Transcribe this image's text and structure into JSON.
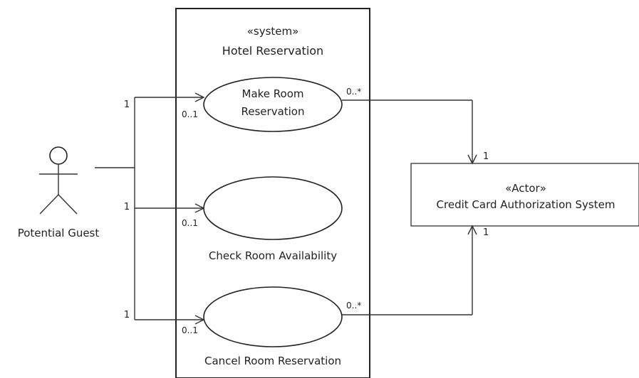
{
  "system": {
    "stereotype": "«system»",
    "name": "Hotel Reservation"
  },
  "actors": {
    "guest": {
      "name": "Potential Guest"
    },
    "credit_card": {
      "stereotype": "«Actor»",
      "name": "Credit Card Authorization System"
    }
  },
  "use_cases": {
    "make": {
      "line1": "Make Room",
      "line2": "Reservation"
    },
    "check": {
      "name": "Check Room Availability"
    },
    "cancel": {
      "name": "Cancel Room Reservation"
    }
  },
  "multiplicities": {
    "guest_make": "1",
    "guest_check": "1",
    "guest_cancel": "1",
    "make_guest_end": "0..1",
    "check_guest_end": "0..1",
    "cancel_guest_end": "0..1",
    "make_cc_end": "0..*",
    "cancel_cc_end": "0..*",
    "cc_top": "1",
    "cc_bottom": "1"
  },
  "colors": {
    "line": "#333333",
    "text": "#222222",
    "background": "#ffffff"
  }
}
